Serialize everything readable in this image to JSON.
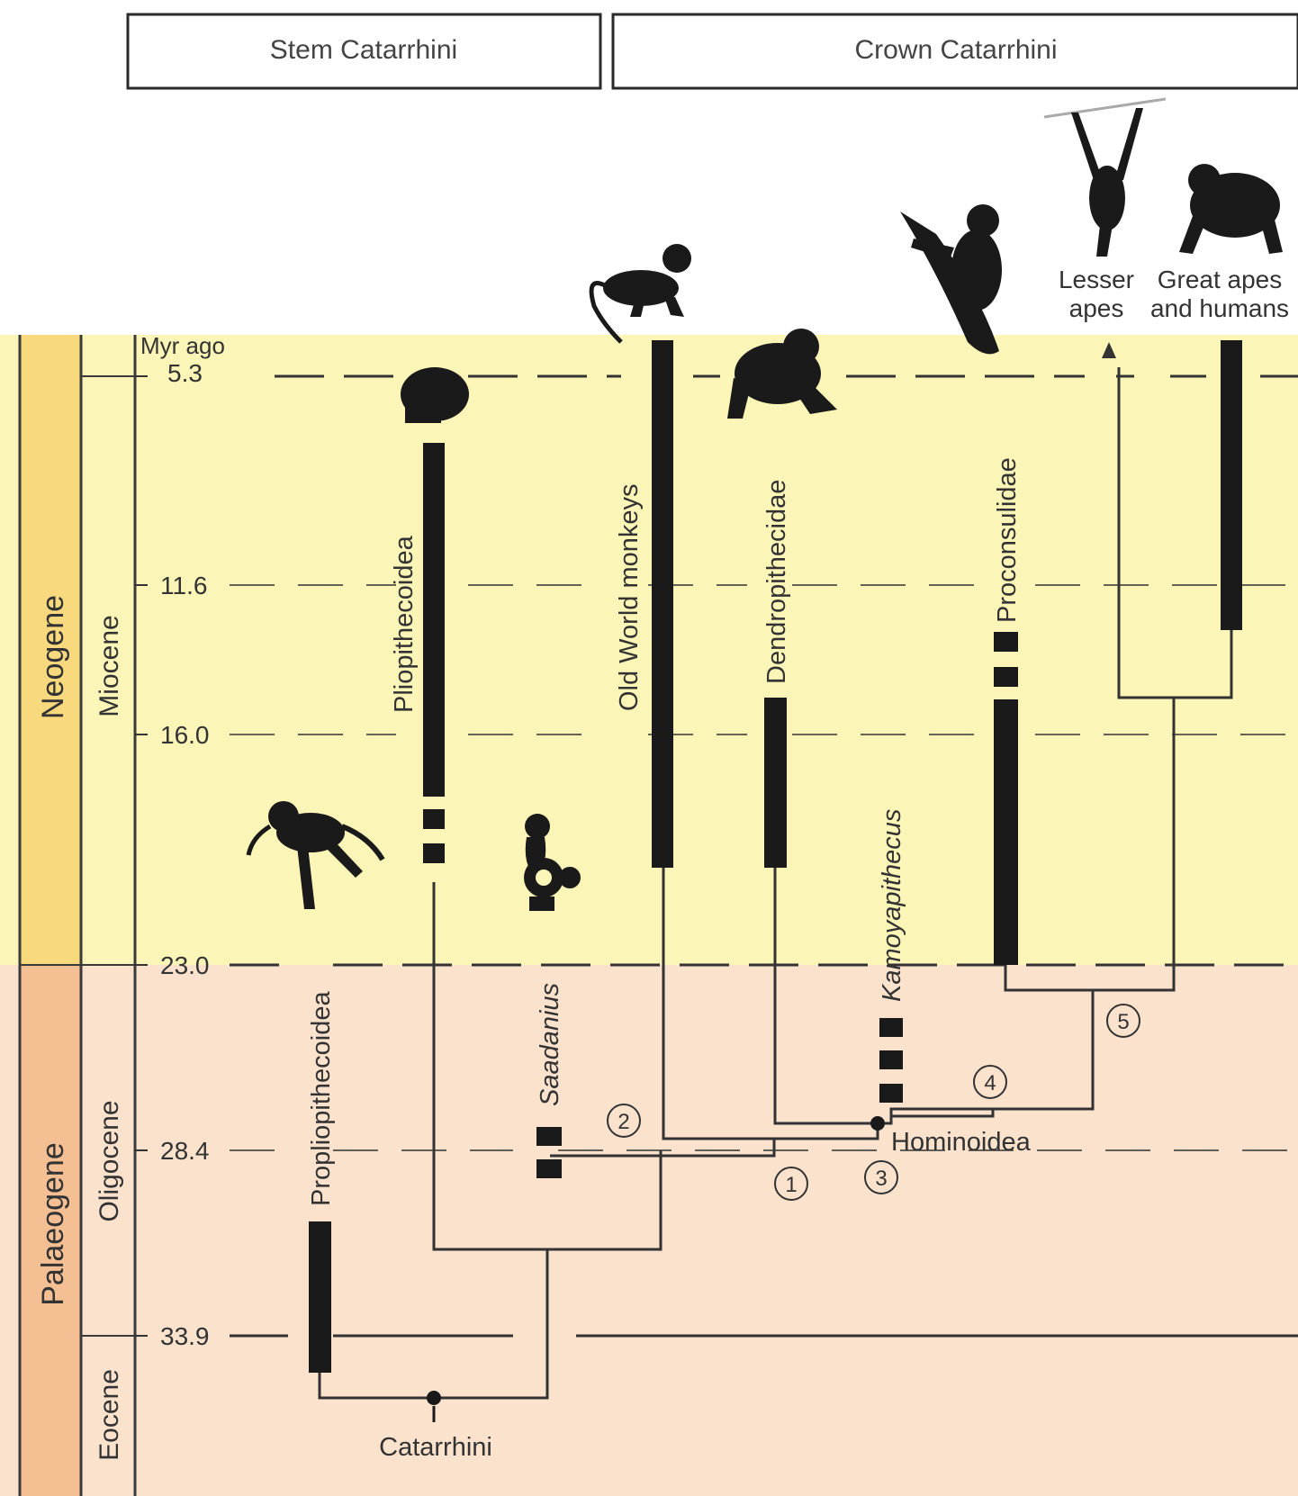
{
  "headers": {
    "stem": "Stem Catarrhini",
    "crown": "Crown Catarrhini"
  },
  "axis": {
    "unit_label": "Myr ago",
    "ticks": [
      "5.3",
      "11.6",
      "16.0",
      "23.0",
      "28.4",
      "33.9"
    ]
  },
  "periods": [
    "Neogene",
    "Palaeogene"
  ],
  "epochs": [
    "Miocene",
    "Oligocene",
    "Eocene"
  ],
  "taxa": {
    "propliopithecoidea": "Propliopithecoidea",
    "pliopithecoidea": "Pliopithecoidea",
    "saadanius": "Saadanius",
    "old_world_monkeys": "Old World monkeys",
    "dendropithecidae": "Dendropithecidae",
    "kamoyapithecus": "Kamoyapithecus",
    "proconsulidae": "Proconsulidae",
    "lesser_apes_line1": "Lesser",
    "lesser_apes_line2": "apes",
    "great_apes_line1": "Great apes",
    "great_apes_line2": "and humans"
  },
  "nodes": {
    "catarrhini": "Catarrhini",
    "hominoidea": "Hominoidea"
  },
  "node_numbers": [
    "1",
    "2",
    "3",
    "4",
    "5"
  ],
  "colors": {
    "neogene_band": "#fbf6b7",
    "palaeogene_band": "#fae2cd",
    "neogene_column": "#f9d97e",
    "palaeogene_column": "#f5bf94",
    "ink": "#1a1a1a",
    "line": "#3a3a3a"
  },
  "icons": [
    "catarrhine-silhouette",
    "pliopithecoid-skull-silhouette",
    "saadanius-skull-silhouette",
    "old-world-monkey-silhouette",
    "dendropithecid-silhouette",
    "proconsulid-silhouette",
    "gibbon-silhouette",
    "great-ape-silhouette"
  ]
}
